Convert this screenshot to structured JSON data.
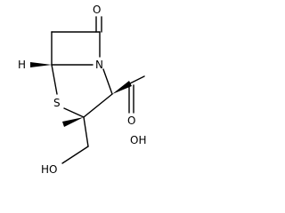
{
  "structure": {
    "atom_labels": {
      "oxygen_ketone": "O",
      "nitrogen": "N",
      "hydrogen": "H",
      "sulfur": "S",
      "oxygen_acid": "O",
      "hydroxyl_acid": "OH",
      "hydroxyl_alcohol": "HO"
    },
    "colors": {
      "ink": "#000000",
      "background": "#ffffff"
    }
  }
}
